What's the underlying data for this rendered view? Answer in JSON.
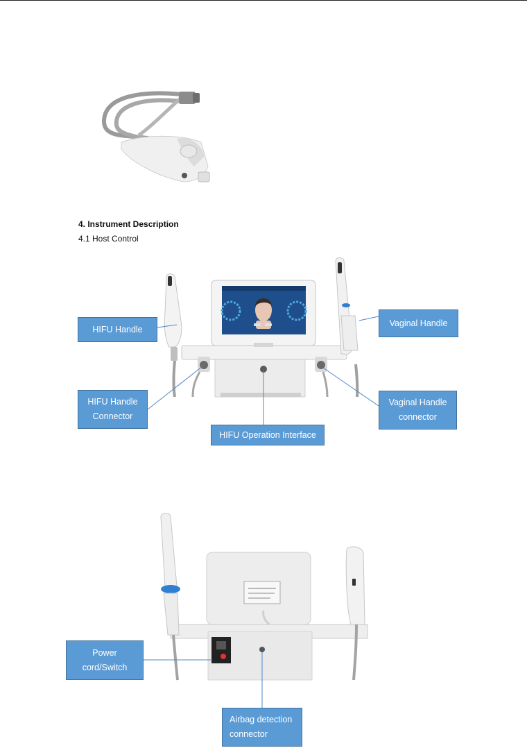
{
  "section": {
    "heading": "4.  Instrument Description",
    "subheading": "4.1 Host Control"
  },
  "figure_front": {
    "labels": {
      "hifu_handle": "HIFU Handle",
      "hifu_handle_connector": [
        "HIFU Handle",
        "Connector"
      ],
      "hifu_operation_interface": "HIFU Operation Interface",
      "vaginal_handle": "Vaginal Handle",
      "vaginal_handle_connector": [
        "Vaginal Handle",
        "connector"
      ]
    }
  },
  "figure_back": {
    "labels": {
      "power_cord_switch": [
        "Power",
        "cord/Switch"
      ],
      "airbag_detection_connector": [
        "Airbag detection",
        "connector"
      ]
    }
  },
  "colors": {
    "callout_fill": "#5b9bd5",
    "callout_border": "#41719c",
    "leader_line": "#4f86c6"
  },
  "icons": [
    "hifu-cartridge-handpiece-photo",
    "hifu-device-front-photo",
    "hifu-device-back-photo",
    "face-display-icon"
  ]
}
